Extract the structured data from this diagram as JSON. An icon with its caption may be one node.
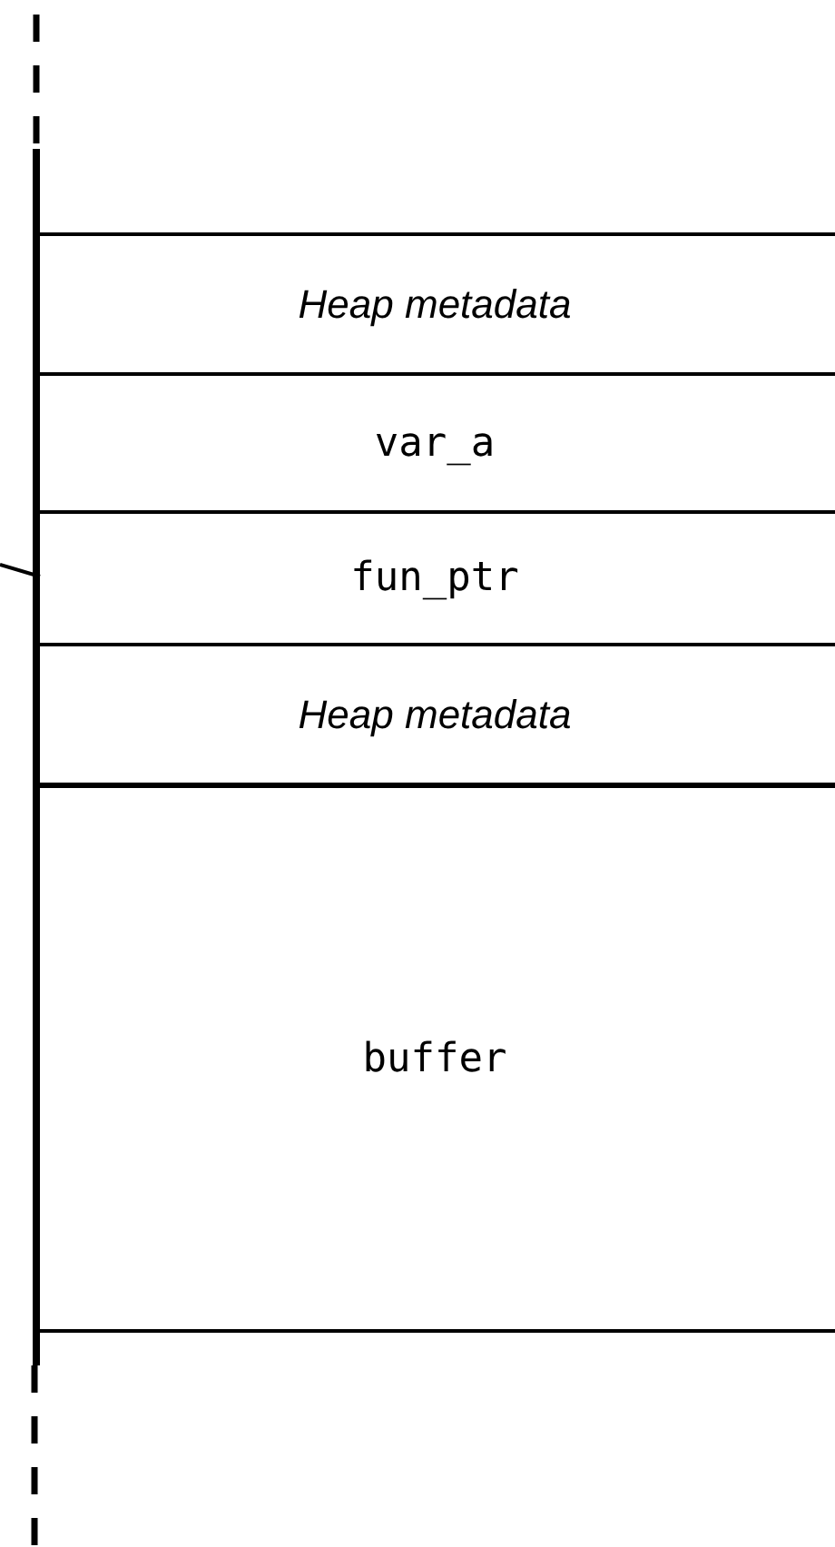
{
  "diagram": {
    "nodes": [
      {
        "text": [
          "Heap metadata"
        ]
      },
      {
        "text": [
          "var_a"
        ]
      },
      {
        "text": [
          "fun_ptr"
        ]
      },
      {
        "text": [
          "Heap metadata"
        ]
      },
      {
        "text": [
          "buffer"
        ]
      }
    ],
    "edges": [
      {
        "from": null,
        "to": 2,
        "arrow": "none"
      }
    ]
  }
}
